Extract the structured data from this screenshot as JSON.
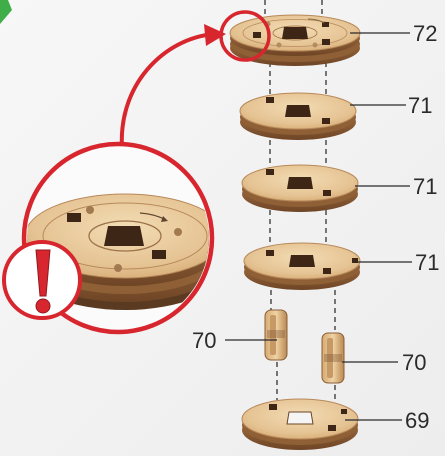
{
  "labels": {
    "part_72": "72",
    "part_71_a": "71",
    "part_71_b": "71",
    "part_71_c": "71",
    "part_70_left": "70",
    "part_70_right": "70",
    "part_69": "69"
  },
  "colors": {
    "wood_top": "#e8c99b",
    "wood_edge": "#9a6a3e",
    "wood_dark": "#5b3a22",
    "hole": "#3d2616",
    "callout_red": "#d8262f",
    "green_accent": "#3fae49"
  },
  "icons": {
    "warning": "exclamation-warning-icon",
    "callout_arrow": "callout-arrow-icon"
  }
}
